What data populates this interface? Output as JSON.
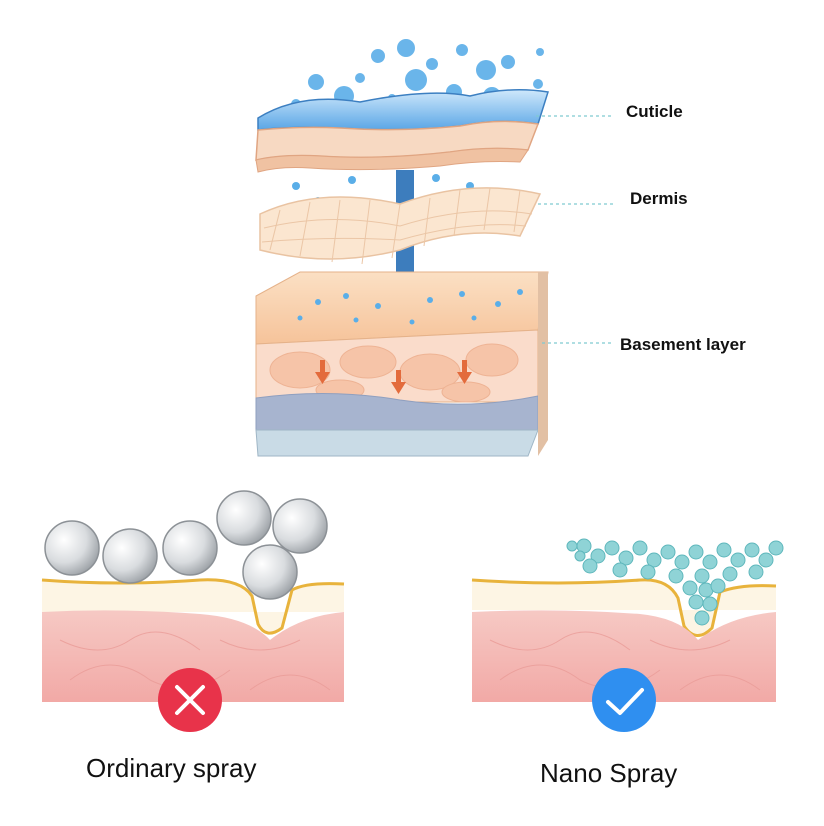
{
  "layers": {
    "cuticle": "Cuticle",
    "dermis": "Dermis",
    "basement": "Basement layer"
  },
  "comparison": {
    "ordinary": {
      "caption": "Ordinary spray",
      "status": "cross"
    },
    "nano": {
      "caption": "Nano Spray",
      "status": "check"
    }
  },
  "colors": {
    "water_drop": "#5aaee8",
    "skin_pink": "#f4b7b2",
    "cuticle_yellow": "#e8b33c",
    "cross_red": "#e8334a",
    "check_blue": "#2f8ff0",
    "nano_particle": "#7fd0d4"
  }
}
